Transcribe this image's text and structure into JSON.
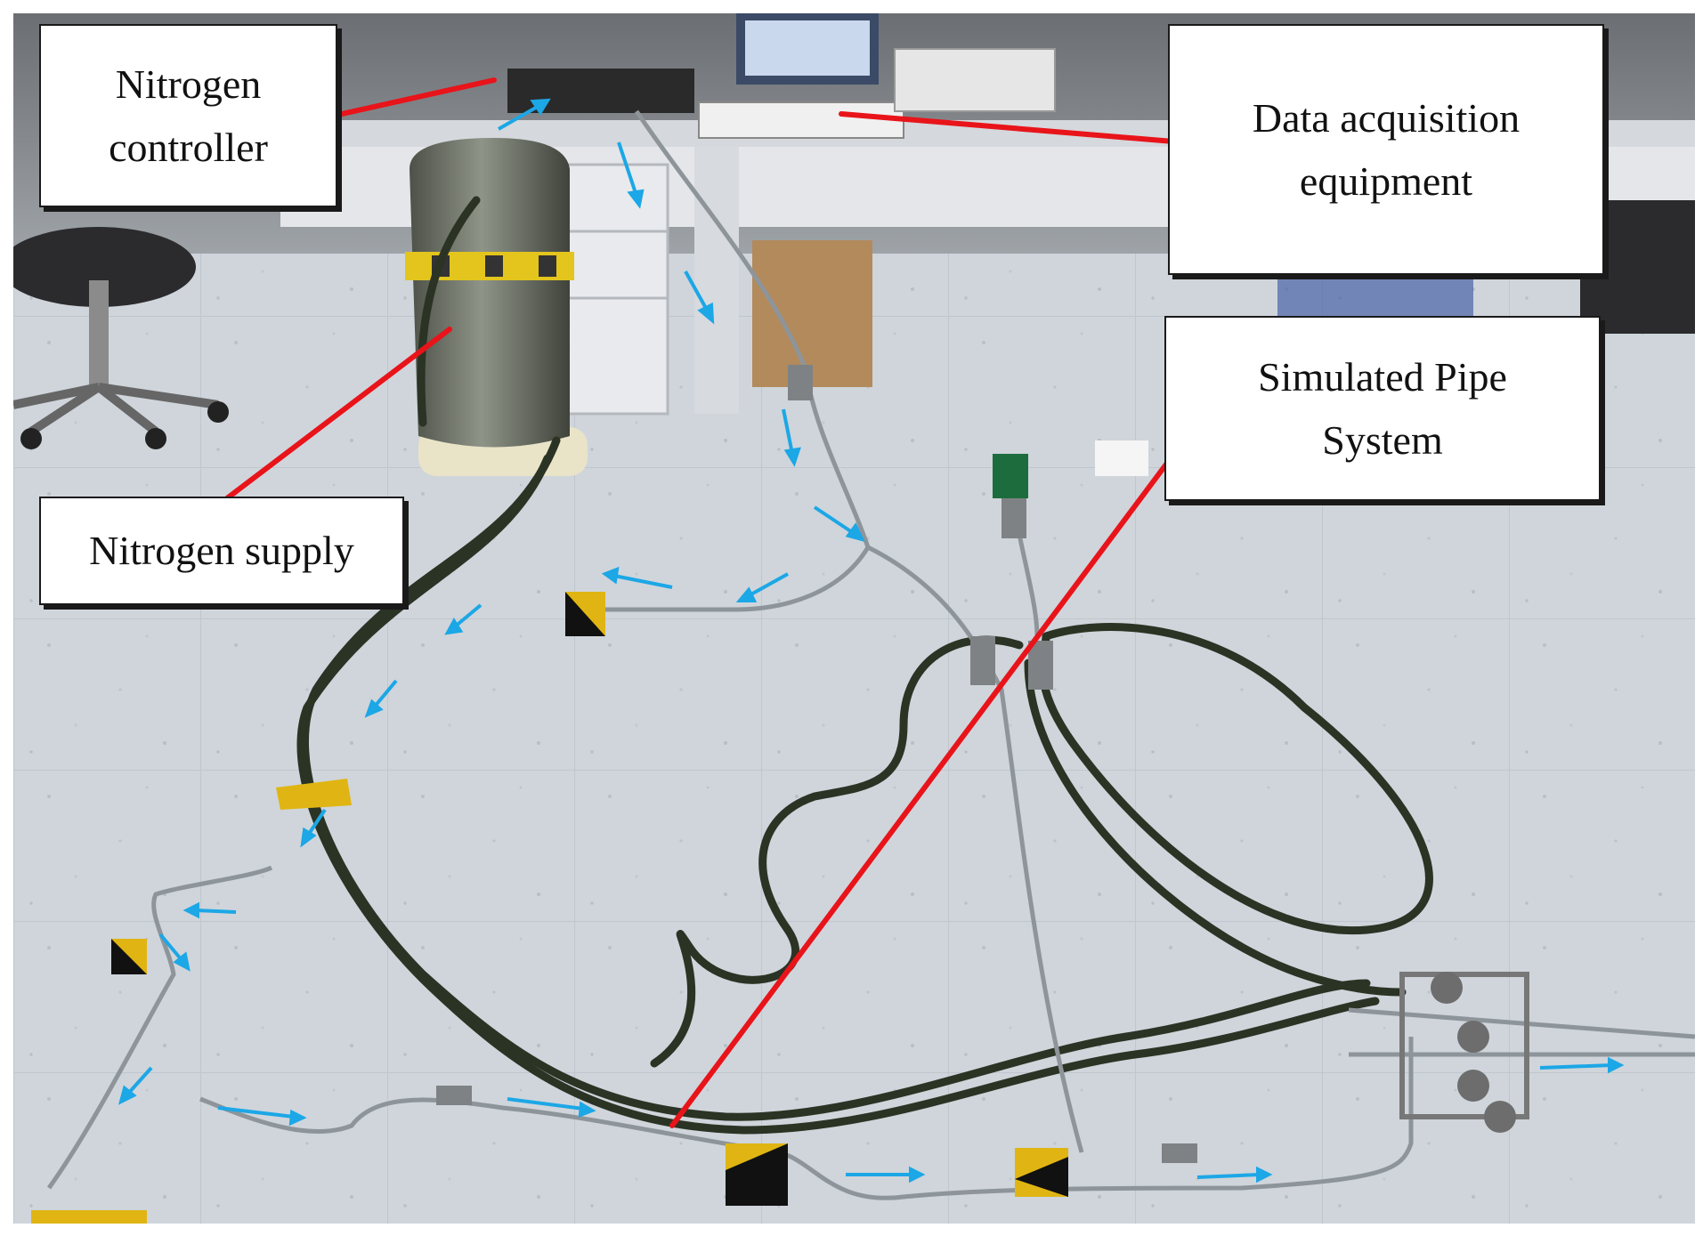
{
  "labels": {
    "nitrogen_controller": [
      "Nitrogen",
      "controller"
    ],
    "data_acquisition": [
      "Data acquisition",
      "equipment"
    ],
    "simulated_pipe": [
      "Simulated Pipe",
      "System"
    ],
    "nitrogen_supply": [
      "Nitrogen supply"
    ]
  },
  "colors": {
    "leader_line": "#e8141a",
    "flow_arrow": "#1ca7e6",
    "floor": "#cdd3d9",
    "hose": "#2b3324",
    "pipe": "#9aa0a4"
  }
}
